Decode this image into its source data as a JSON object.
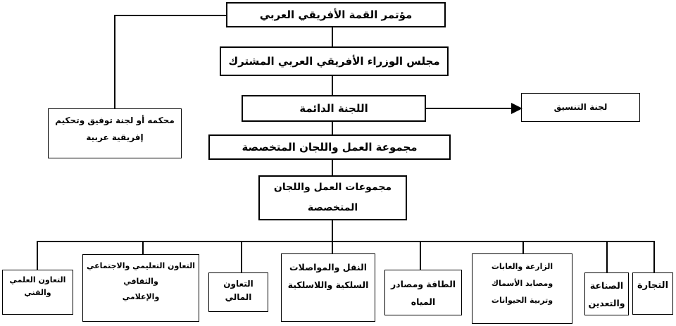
{
  "chart": {
    "type": "org-flowchart",
    "language": "ar",
    "direction": "rtl",
    "colors": {
      "background": "#ffffff",
      "line": "#000000",
      "text": "#000000",
      "box_fill": "#ffffff"
    },
    "nodes": {
      "summit": "مؤتمر القمة الأفريقي العربي",
      "joint_council": "مجلس الوزراء الأفريقي العربي المشترك",
      "permanent_committee": "اللجنة الدائمة",
      "coordination_committee": "لجنة التنسيق",
      "arbitration_court": "محكمه أو لجنة توفيق وتحكيم\nإفريقية عربية",
      "work_group": "مجموعة العمل واللجان المتخصصة",
      "work_groups": "مجموعات العمل واللجان\nالمتخصصة",
      "scientific": "التعاون العلمي والفني",
      "educational": "التعاون التعليمي والاجتماعي والثقافي\nوالإعلامي",
      "financial": "التعاون المالي",
      "transport": "النقل والمواصلات\nالسلكية واللاسلكية",
      "energy": "الطاقة ومصادر\nالمياه",
      "agriculture": "الزارعة والغابات\nومصايد الأسماك\nوتربية الحيوانات",
      "industry": "الصناعة\nوالتعدين",
      "trade": "التجارة"
    }
  }
}
